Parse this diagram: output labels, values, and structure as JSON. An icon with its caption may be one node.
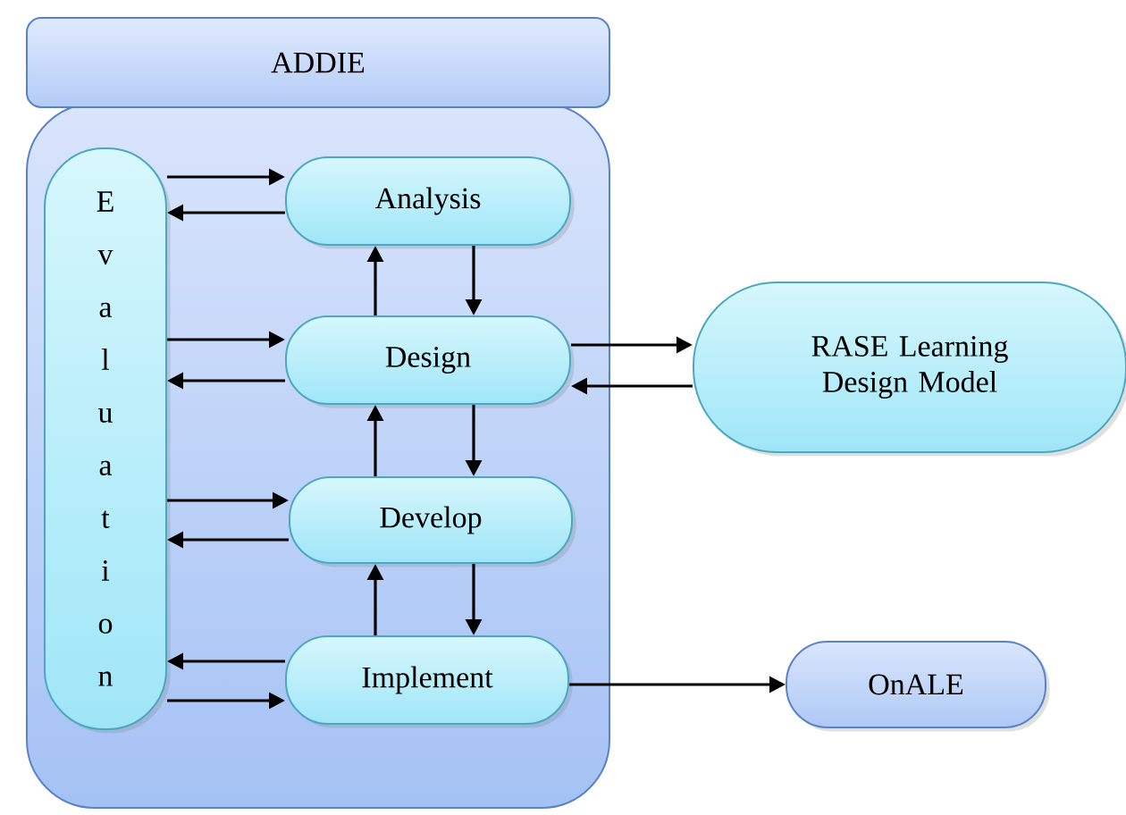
{
  "diagram": {
    "nodes": [
      {
        "text": [
          "ADDIE"
        ]
      },
      {
        "text": [
          "E v a l u a t i o n"
        ],
        "in": 0
      },
      {
        "text": [
          "Analysis"
        ],
        "in": 0
      },
      {
        "text": [
          "Design"
        ],
        "in": 0
      },
      {
        "text": [
          "Develop"
        ],
        "in": 0
      },
      {
        "text": [
          "Implement"
        ],
        "in": 0
      },
      {
        "text": [
          "RASE Learning Design Model"
        ]
      },
      {
        "text": [
          "OnALE"
        ]
      }
    ],
    "edges": [
      {
        "from": 1,
        "to": 2,
        "arrow": "to"
      },
      {
        "from": 2,
        "to": 1,
        "arrow": "to"
      },
      {
        "from": 1,
        "to": 3,
        "arrow": "to"
      },
      {
        "from": 3,
        "to": 1,
        "arrow": "to"
      },
      {
        "from": 1,
        "to": 4,
        "arrow": "to"
      },
      {
        "from": 4,
        "to": 1,
        "arrow": "to"
      },
      {
        "from": 5,
        "to": 1,
        "arrow": "to"
      },
      {
        "from": 1,
        "to": 5,
        "arrow": "to"
      },
      {
        "from": 3,
        "to": 2,
        "arrow": "to"
      },
      {
        "from": 2,
        "to": 3,
        "arrow": "to"
      },
      {
        "from": 4,
        "to": 3,
        "arrow": "to"
      },
      {
        "from": 3,
        "to": 4,
        "arrow": "to"
      },
      {
        "from": 5,
        "to": 4,
        "arrow": "to"
      },
      {
        "from": 4,
        "to": 5,
        "arrow": "to"
      },
      {
        "from": 3,
        "to": 6,
        "arrow": "to"
      },
      {
        "from": 6,
        "to": 3,
        "arrow": "to"
      },
      {
        "from": 5,
        "to": 7,
        "arrow": "to"
      }
    ]
  }
}
